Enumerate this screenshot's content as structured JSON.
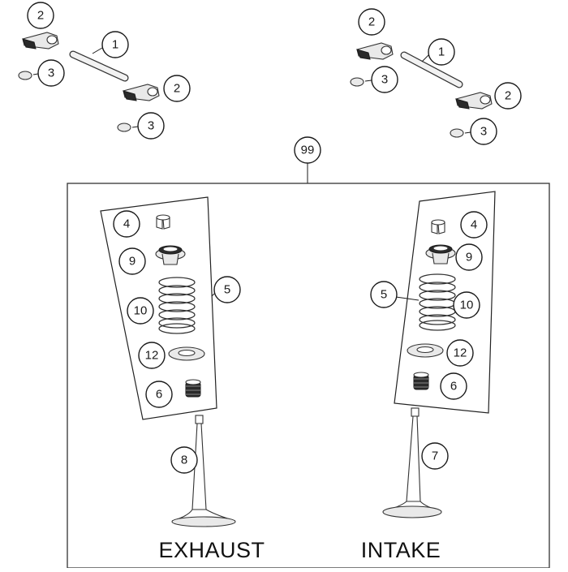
{
  "callouts": {
    "tl_shaft": "1",
    "tl_arm_top": "2",
    "tl_pad_top": "3",
    "tl_arm_bottom": "2",
    "tl_pad_bottom": "3",
    "tr_shaft": "1",
    "tr_arm_top": "2",
    "tr_pad_top": "3",
    "tr_arm_bottom": "2",
    "tr_pad_bottom": "3",
    "assembly": "99",
    "ex_keepers": "4",
    "ex_retainer": "9",
    "ex_set": "5",
    "ex_spring": "10",
    "ex_seat": "12",
    "ex_seal": "6",
    "ex_valve": "8",
    "in_keepers": "4",
    "in_retainer": "9",
    "in_set": "5",
    "in_spring": "10",
    "in_seat": "12",
    "in_seal": "6",
    "in_valve": "7"
  },
  "labels": {
    "exhaust": "EXHAUST",
    "intake": "INTAKE"
  }
}
